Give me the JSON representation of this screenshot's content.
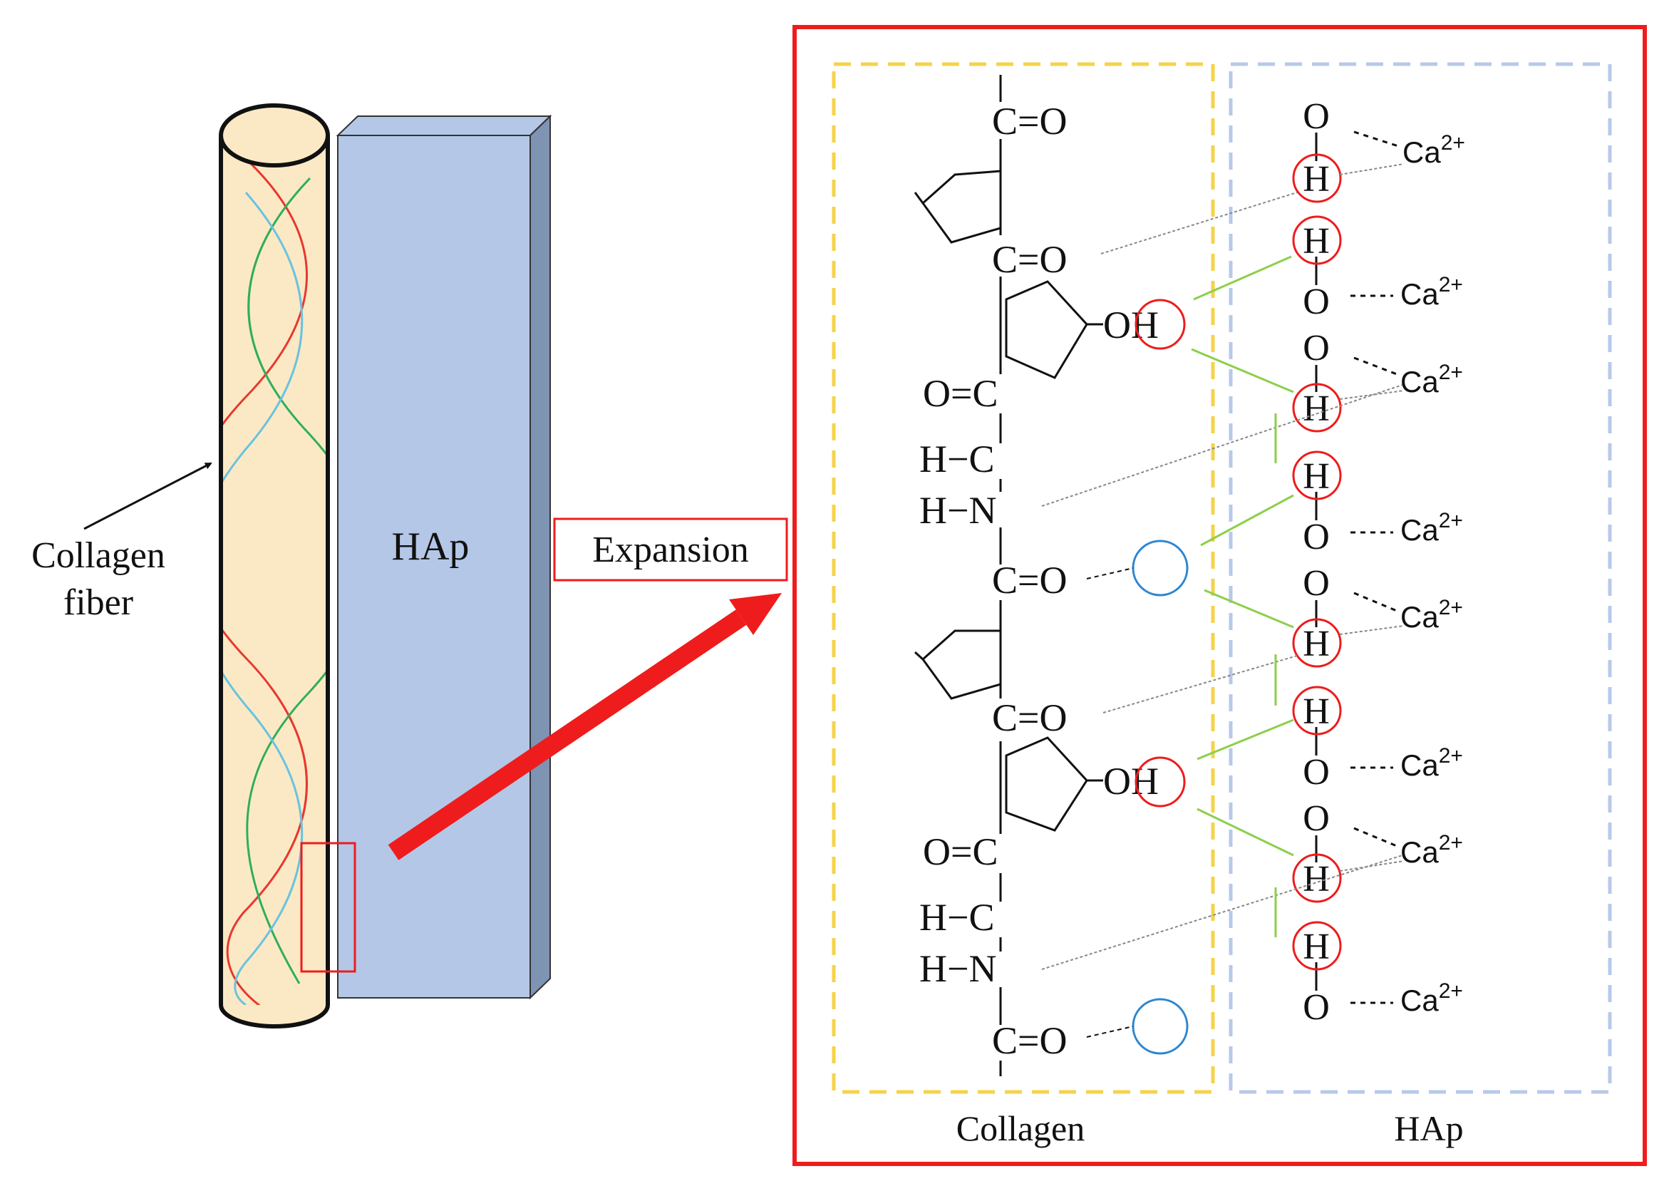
{
  "left_panel": {
    "collagen_fiber_label_line1": "Collagen",
    "collagen_fiber_label_line2": "fiber",
    "hap_block_label": "HAp",
    "expansion_label": "Expansion"
  },
  "right_panel": {
    "collagen_region_label": "Collagen",
    "hap_region_label": "HAp"
  },
  "chem": {
    "carbonyl": "C=O",
    "carbonyl_rev": "O=C",
    "hc": "H−C",
    "hn": "H−N",
    "oh": "OH",
    "o": "O",
    "h": "H",
    "ca_base": "Ca",
    "ca_sup": "2+"
  },
  "colors": {
    "zoom_frame": "#ee1c1c",
    "fiber_fill": "#fbe9c6",
    "hap_block_fill": "#b4c7e7",
    "hap_block_side": "#7f93b3",
    "collagen_box": "#f5d34a",
    "hap_box": "#b7c9ea",
    "green_link": "#8ccf4b",
    "blue_circle": "#2e86d0",
    "strand_red": "#e8382d",
    "strand_green": "#2fae5a",
    "strand_cyan": "#6ac3de"
  }
}
